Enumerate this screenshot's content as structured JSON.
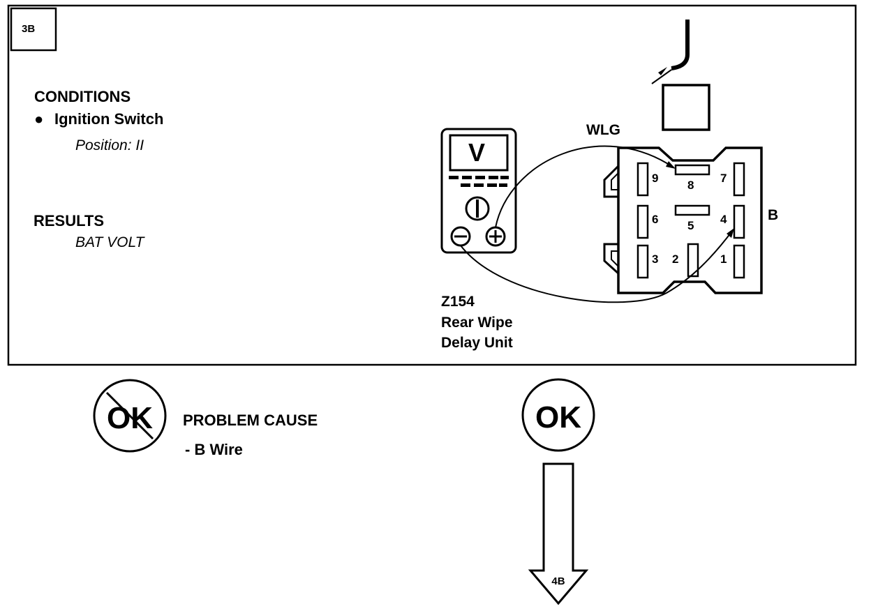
{
  "step_id": "3B",
  "conditions": {
    "heading": "CONDITIONS",
    "items": [
      "Ignition Switch"
    ],
    "detail": "Position: II"
  },
  "results": {
    "heading": "RESULTS",
    "value": "BAT VOLT"
  },
  "meter": {
    "display": "V"
  },
  "connector": {
    "wire_top": "WLG",
    "wire_right": "B",
    "pins": [
      "9",
      "8",
      "7",
      "6",
      "5",
      "4",
      "3",
      "2",
      "1"
    ]
  },
  "component": {
    "code": "Z154",
    "name_line1": "Rear Wipe",
    "name_line2": "Delay Unit"
  },
  "not_ok": {
    "symbol": "OK",
    "heading": "PROBLEM CAUSE",
    "cause": "-  B Wire"
  },
  "ok": {
    "symbol": "OK",
    "next_step": "4B"
  }
}
